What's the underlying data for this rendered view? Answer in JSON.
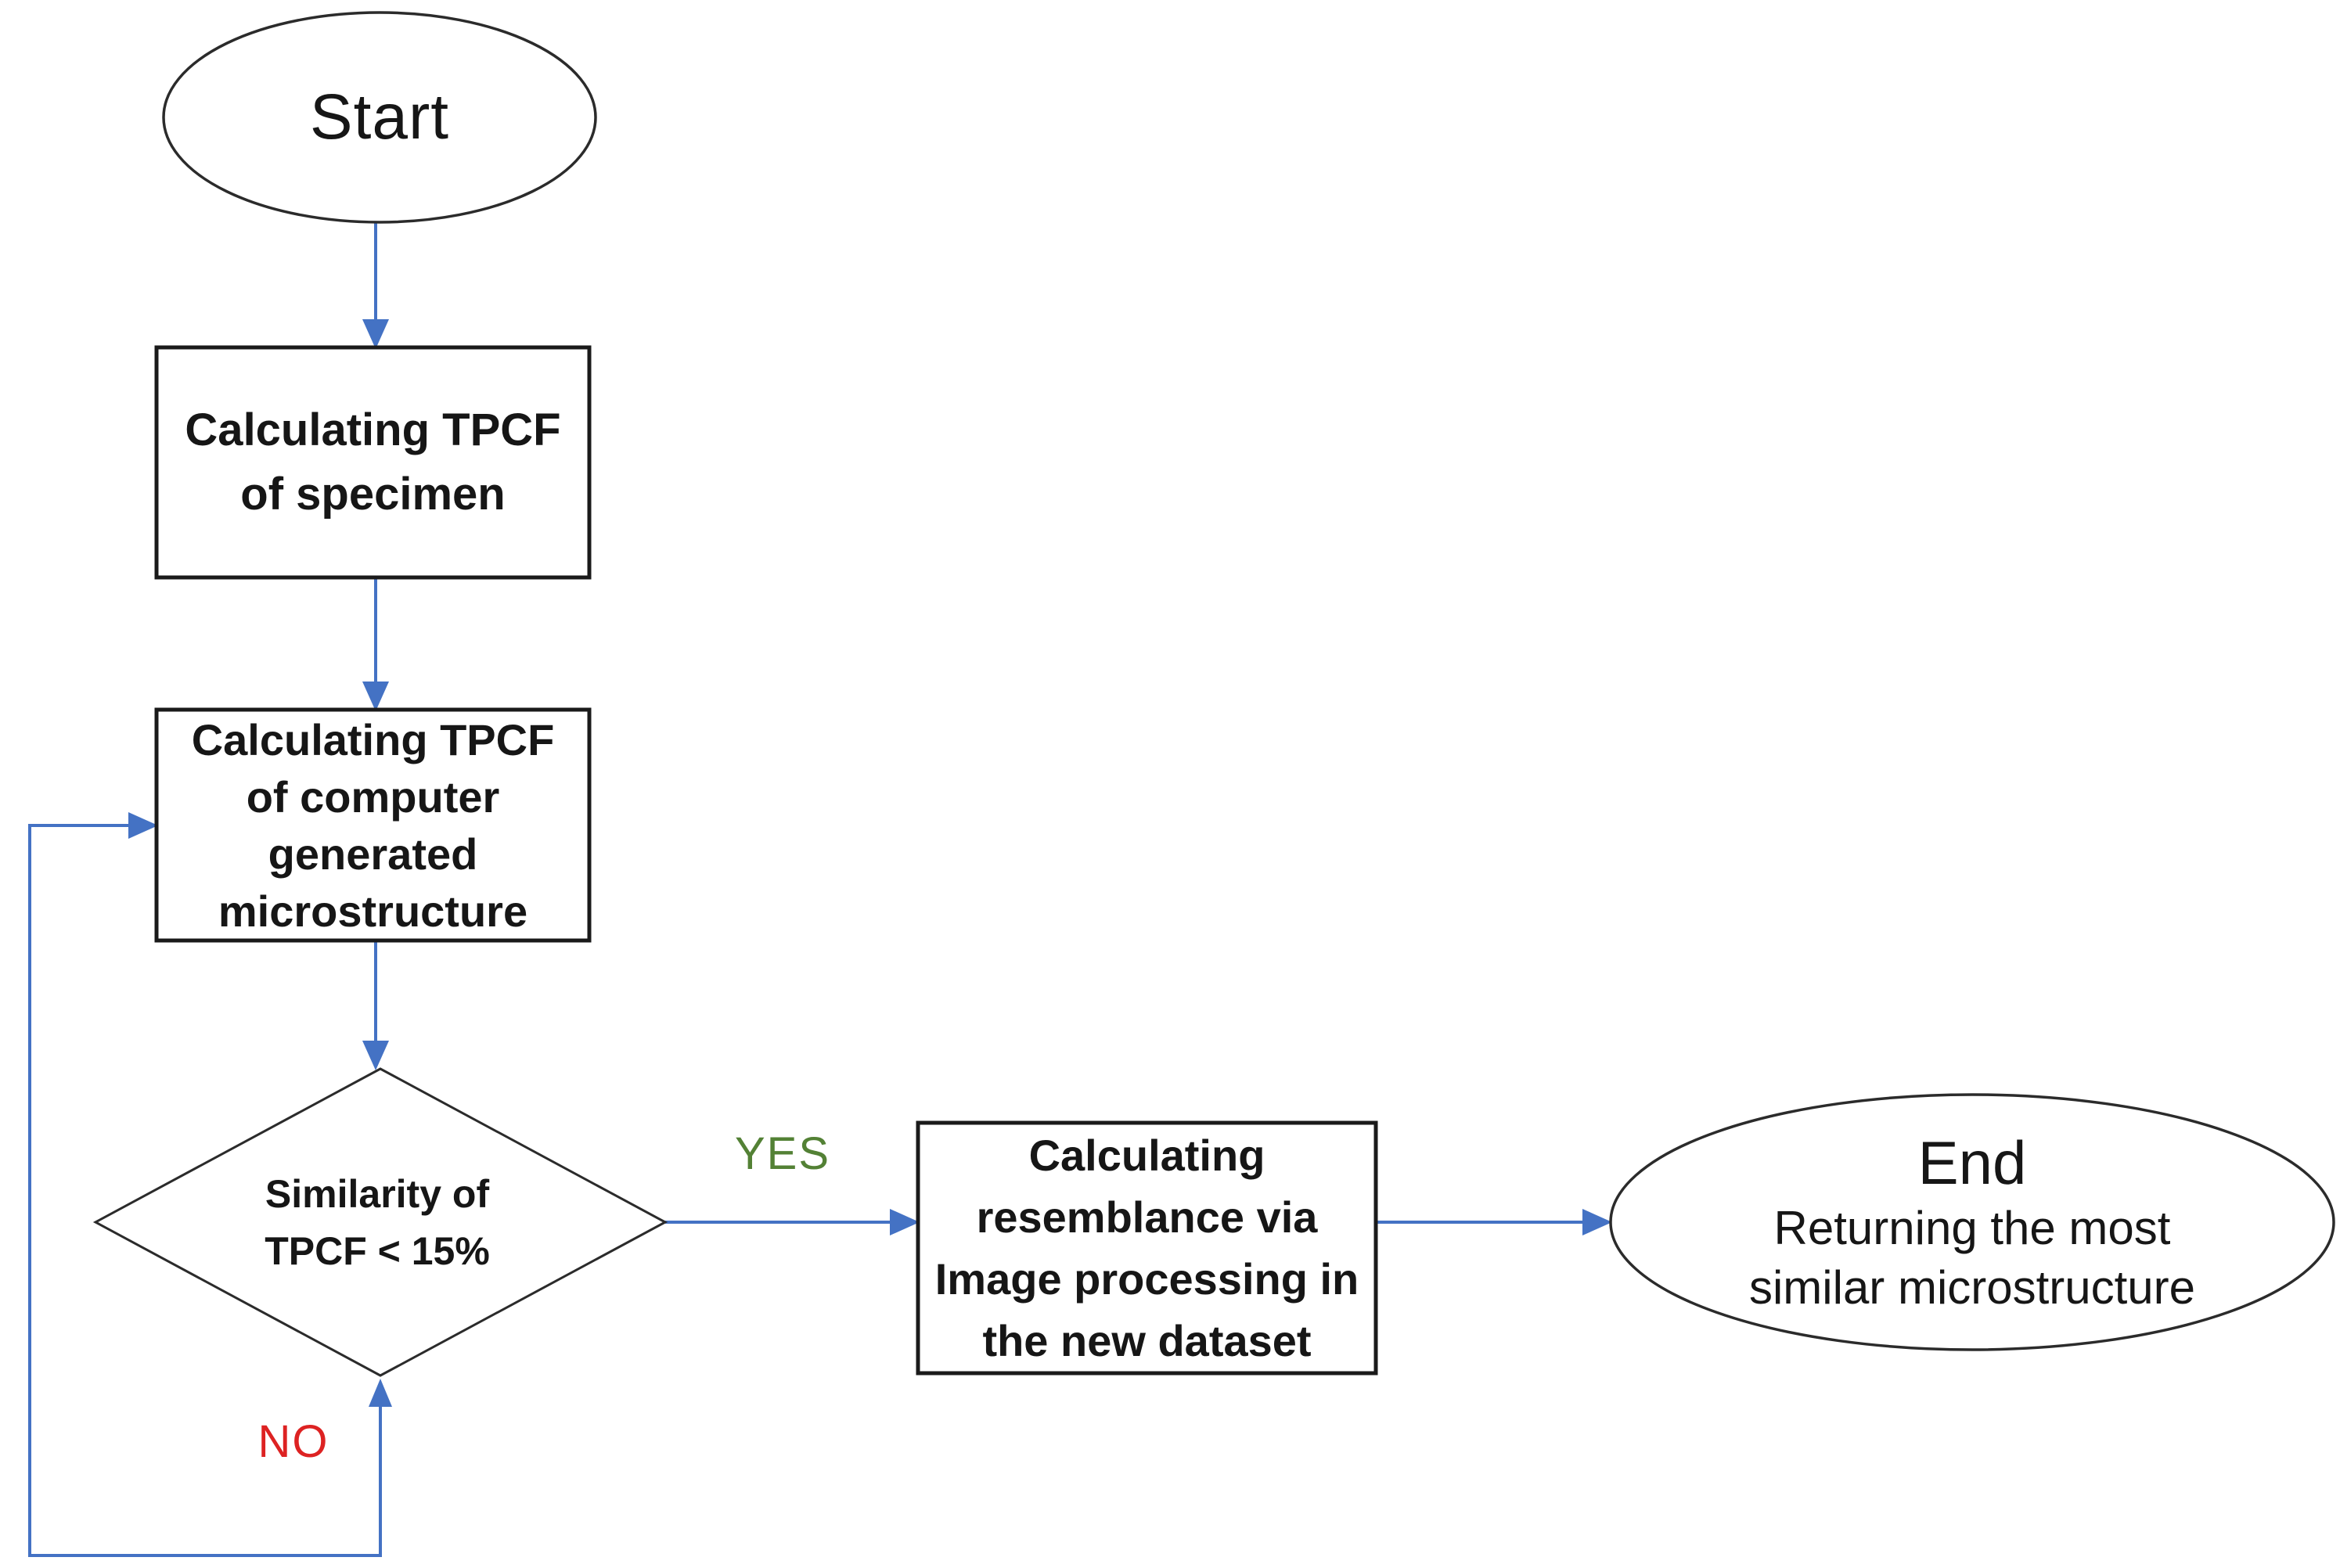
{
  "figure": {
    "type": "flowchart",
    "nodes": {
      "start": {
        "shape": "ellipse",
        "label": "Start"
      },
      "process1": {
        "shape": "rectangle",
        "line1": "Calculating TPCF",
        "line2": "of specimen"
      },
      "process2": {
        "shape": "rectangle",
        "line1": "Calculating TPCF",
        "line2": "of computer",
        "line3": "generated",
        "line4": "microstructure"
      },
      "decision": {
        "shape": "diamond",
        "line1": "Similarity of",
        "line2": "TPCF < 15%"
      },
      "process3": {
        "shape": "rectangle",
        "line1": "Calculating",
        "line2": "resemblance via",
        "line3": "Image processing in",
        "line4": "the new dataset"
      },
      "end": {
        "shape": "ellipse",
        "title": "End",
        "line1": "Returning the most",
        "line2": "similar microstructure"
      }
    },
    "edges": {
      "yes_label": "YES",
      "no_label": "NO"
    },
    "colors": {
      "arrow_blue": "#4472C4",
      "yes_green": "#538135",
      "no_red": "#DD2222",
      "shape_border_black": "#1A1A1A",
      "text_black": "#161616",
      "background": "#FFFFFF"
    }
  }
}
